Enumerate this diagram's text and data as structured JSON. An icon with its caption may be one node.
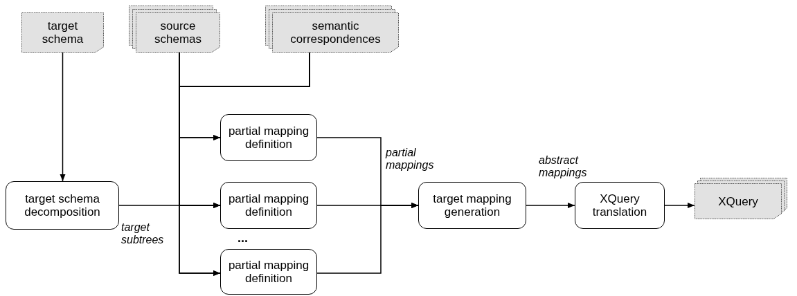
{
  "diagram": {
    "nodes": [
      {
        "text": [
          "target schema"
        ]
      },
      {
        "text": [
          "source schemas"
        ]
      },
      {
        "text": [
          "semantic correspondences"
        ]
      },
      {
        "text": [
          "target schema decomposition"
        ]
      },
      {
        "text": [
          "partial mapping definition"
        ]
      },
      {
        "text": [
          "partial mapping definition"
        ]
      },
      {
        "text": [
          "partial mapping definition"
        ]
      },
      {
        "text": [
          "target mapping generation"
        ]
      },
      {
        "text": [
          "XQuery translation"
        ]
      },
      {
        "text": [
          "XQuery"
        ]
      }
    ],
    "edges": [
      {
        "from": 0,
        "to": 3,
        "arrow": "to"
      },
      {
        "from": 1,
        "to": 4,
        "arrow": "to"
      },
      {
        "from": 1,
        "to": 5,
        "arrow": "to"
      },
      {
        "from": 1,
        "to": 6,
        "arrow": "to"
      },
      {
        "from": 2,
        "to": 4,
        "arrow": "to"
      },
      {
        "from": 2,
        "to": 5,
        "arrow": "to"
      },
      {
        "from": 2,
        "to": 6,
        "arrow": "to"
      },
      {
        "from": 3,
        "to": 5,
        "arrow": "to",
        "label": "target subtrees"
      },
      {
        "from": 4,
        "to": 7,
        "arrow": "to",
        "label": "partial mappings"
      },
      {
        "from": 5,
        "to": 7,
        "arrow": "to"
      },
      {
        "from": 6,
        "to": 7,
        "arrow": "to"
      },
      {
        "from": 7,
        "to": 8,
        "arrow": "to",
        "label": "abstract mappings"
      },
      {
        "from": 8,
        "to": 9,
        "arrow": "to"
      }
    ],
    "labels": [
      "..."
    ]
  }
}
